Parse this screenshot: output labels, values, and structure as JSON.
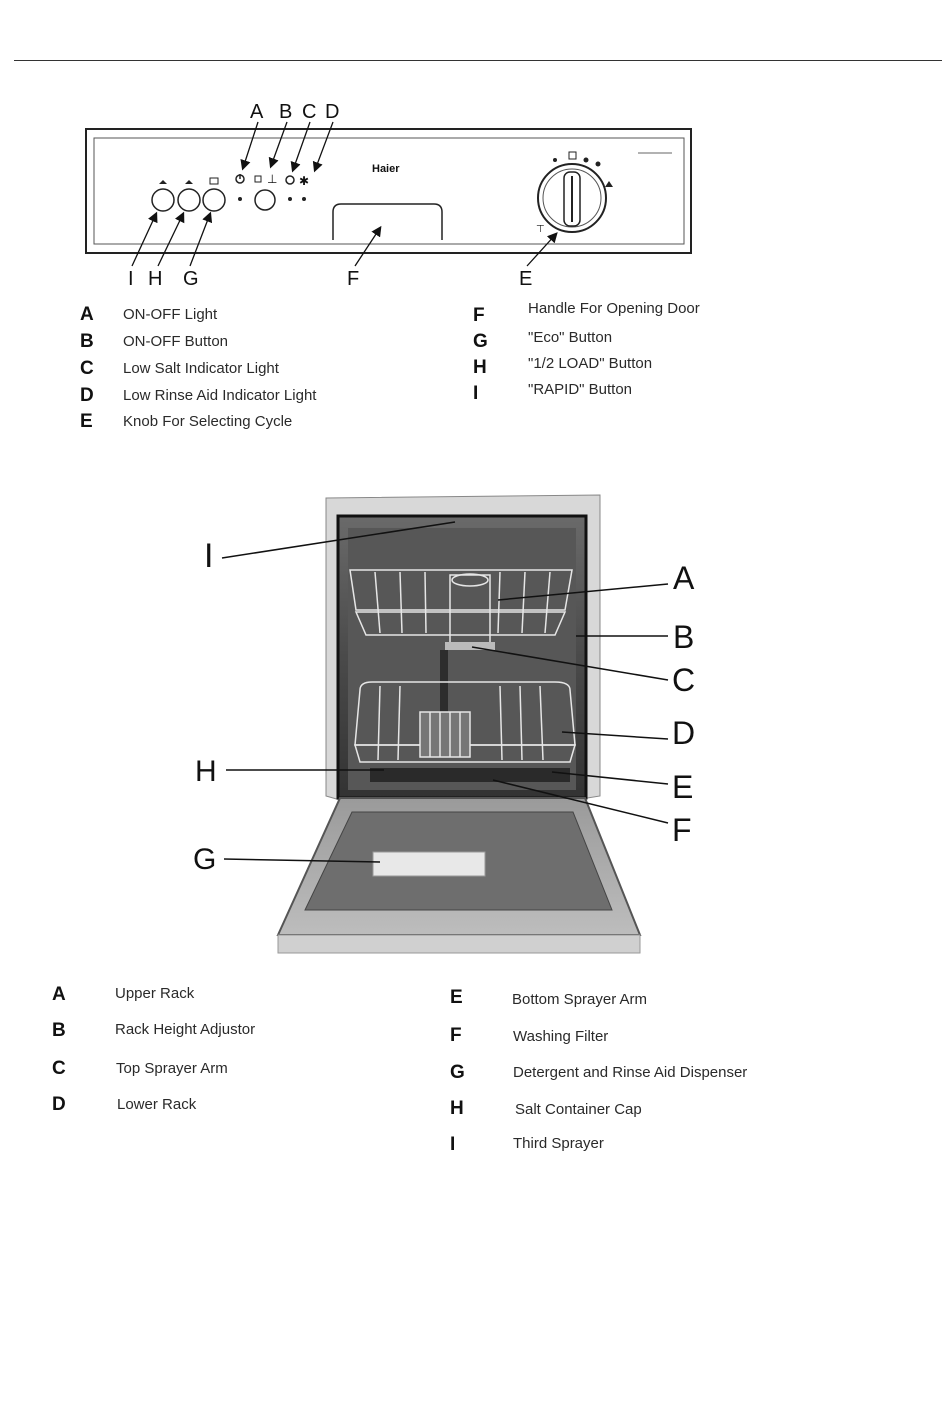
{
  "panel": {
    "brand": "Haier",
    "callouts_top": [
      "A",
      "B",
      "C",
      "D"
    ],
    "callouts_bottom": [
      "I",
      "H",
      "G",
      "F",
      "E"
    ],
    "legend": [
      {
        "letter": "A",
        "label": "ON-OFF Light"
      },
      {
        "letter": "B",
        "label": "ON-OFF Button"
      },
      {
        "letter": "C",
        "label": "Low Salt Indicator Light"
      },
      {
        "letter": "D",
        "label": "Low Rinse Aid Indicator Light"
      },
      {
        "letter": "E",
        "label": "Knob For Selecting Cycle"
      },
      {
        "letter": "F",
        "label": "Handle For Opening Door"
      },
      {
        "letter": "G",
        "label": "\"Eco\" Button"
      },
      {
        "letter": "H",
        "label": "\"1/2 LOAD\" Button"
      },
      {
        "letter": "I",
        "label": "\"RAPID\" Button"
      }
    ]
  },
  "interior": {
    "callouts_left": [
      "I",
      "H",
      "G"
    ],
    "callouts_right": [
      "A",
      "B",
      "C",
      "D",
      "E",
      "F"
    ],
    "legend": [
      {
        "letter": "A",
        "label": "Upper Rack"
      },
      {
        "letter": "B",
        "label": "Rack Height Adjustor"
      },
      {
        "letter": "C",
        "label": "Top Sprayer Arm"
      },
      {
        "letter": "D",
        "label": "Lower Rack"
      },
      {
        "letter": "E",
        "label": "Bottom Sprayer Arm"
      },
      {
        "letter": "F",
        "label": "Washing Filter"
      },
      {
        "letter": "G",
        "label": "Detergent and Rinse Aid Dispenser"
      },
      {
        "letter": "H",
        "label": "Salt Container Cap"
      },
      {
        "letter": "I",
        "label": "Third Sprayer"
      }
    ]
  }
}
